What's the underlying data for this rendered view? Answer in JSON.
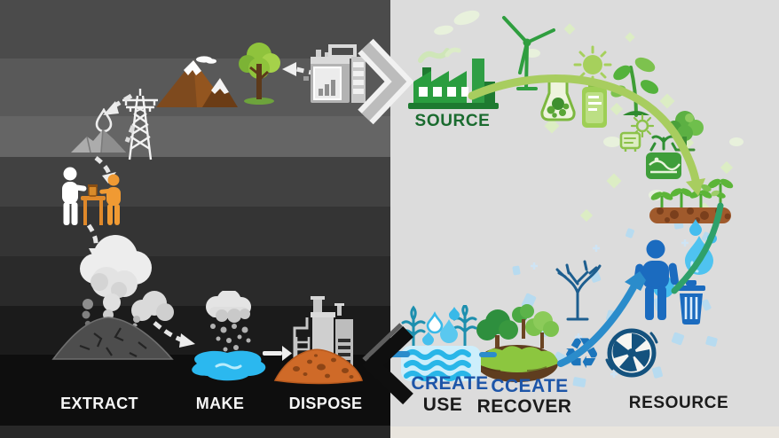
{
  "left_panel": {
    "stages": [
      {
        "label": "EXTRACT"
      },
      {
        "label": "MAKE"
      },
      {
        "label": "DISPOSE"
      }
    ]
  },
  "right_panel": {
    "source_label": "SOURCE",
    "create_label": "CREATE",
    "use_label": "USE",
    "cceate_label": "CCEATE",
    "recover_label": "RECOVER",
    "resource_label": "RESOURCE"
  },
  "icons": {
    "recycle_glyph": "♻",
    "left": [
      "mountain-icon",
      "tree-icon",
      "report-machine-icon",
      "power-tower-icon",
      "flame-icon",
      "ore-pile-icon",
      "white-person-icon",
      "orange-person-icon",
      "table-icon",
      "smoke-cloud-icon",
      "coal-mound-icon",
      "rain-cloud-icon",
      "water-puddle-icon",
      "gray-factory-icon",
      "waste-pile-icon",
      "gray-chevron-right-icon",
      "black-chevron-left-icon"
    ],
    "right": [
      "green-factory-icon",
      "wind-turbine-icon",
      "sun-icon",
      "plant-icon",
      "beaker-icon",
      "battery-icon",
      "small-sun-icon",
      "chip-box-icon",
      "small-tree-icon",
      "eco-map-icon",
      "sprout-icon",
      "soil-seedlings-icon",
      "water-drop-icon",
      "person-icon",
      "trash-bin-icon",
      "recycle-icon",
      "fan-icon",
      "bare-tree-icon",
      "grove-mound-icon",
      "water-waves-icon"
    ]
  },
  "palette": {
    "label_white": "#f6f6f6",
    "label_black": "#1b1b1b",
    "label_blue": "#1d55a8",
    "label_green": "#1a6b2f",
    "green": "#2a9d3f",
    "light_green_arc": "#a8cd5f",
    "teal_arc": "#2fa06a",
    "blue": "#1b6bbf",
    "blue_arrow": "#2b8ccb",
    "cyan": "#2bb8ef",
    "orange": "#ef9b35",
    "dirt_orange": "#cf6a28",
    "soil_brown": "#a05a2c"
  }
}
